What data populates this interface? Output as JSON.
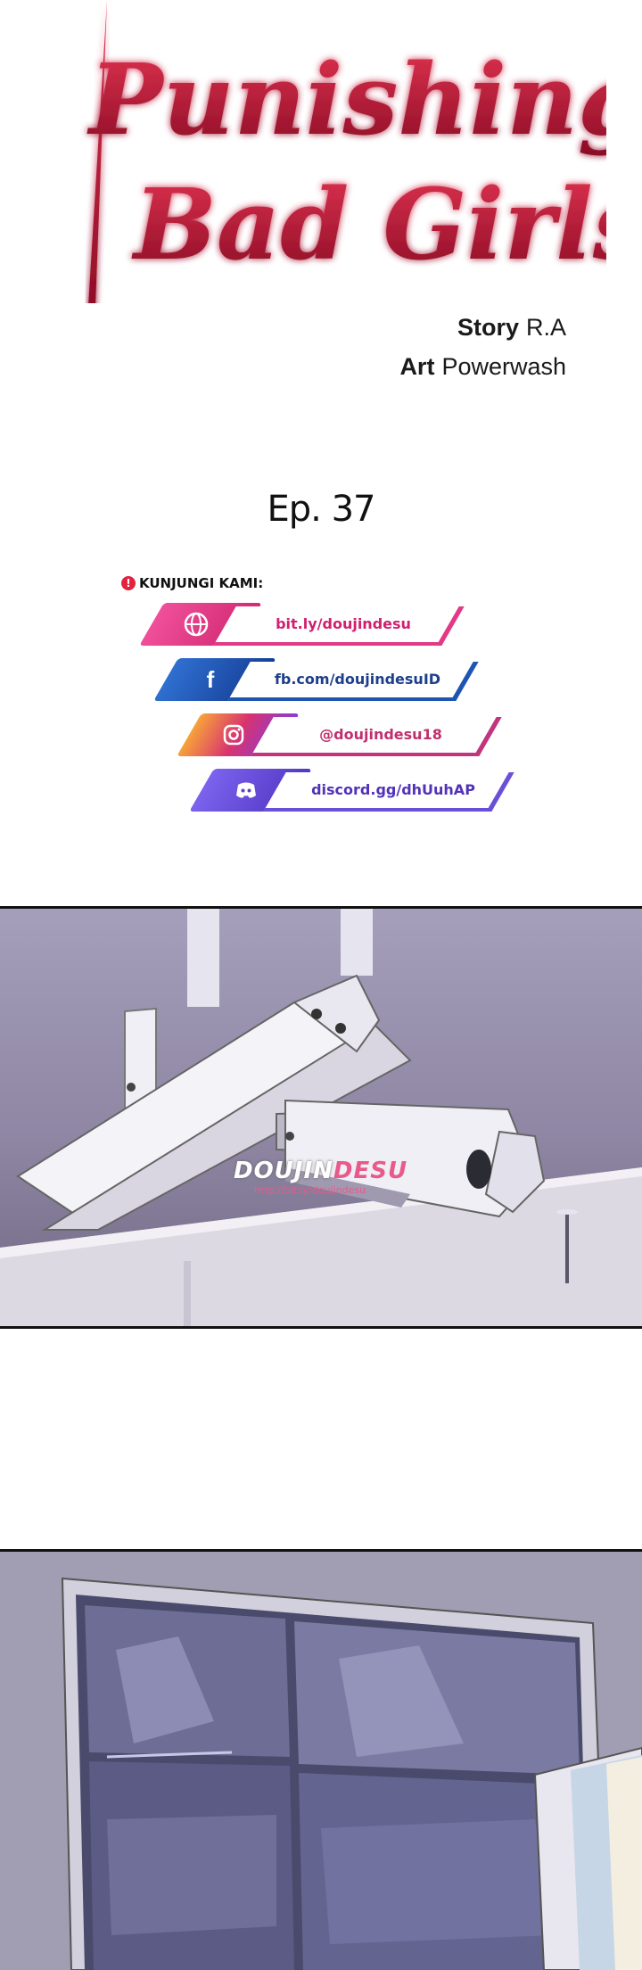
{
  "header": {
    "title_line1": "Punishing",
    "title_line2": "Bad Girls",
    "story_label": "Story",
    "story_value": "R.A",
    "art_label": "Art",
    "art_value": "Powerwash"
  },
  "episode": {
    "label": "Ep. 37"
  },
  "visit": {
    "heading": "KUNJUNGI KAMI:",
    "alert_glyph": "!",
    "links": [
      {
        "icon": "globe-icon",
        "text": "bit.ly/doujindesu",
        "color": "#e23a86"
      },
      {
        "icon": "facebook-icon",
        "text": "fb.com/doujindesuID",
        "color": "#1e55b3"
      },
      {
        "icon": "instagram-icon",
        "text": "@doujindesu18",
        "color": "#c1357f"
      },
      {
        "icon": "discord-icon",
        "text": "discord.gg/dhUuhAP",
        "color": "#6a4fd8"
      }
    ]
  },
  "watermark": {
    "brand_a": "DOUJIN",
    "brand_b": "DESU",
    "url": "http://bit.ly/doujindesu"
  },
  "colors": {
    "title": "#b0122f",
    "panel_dark": "#6f6882"
  }
}
